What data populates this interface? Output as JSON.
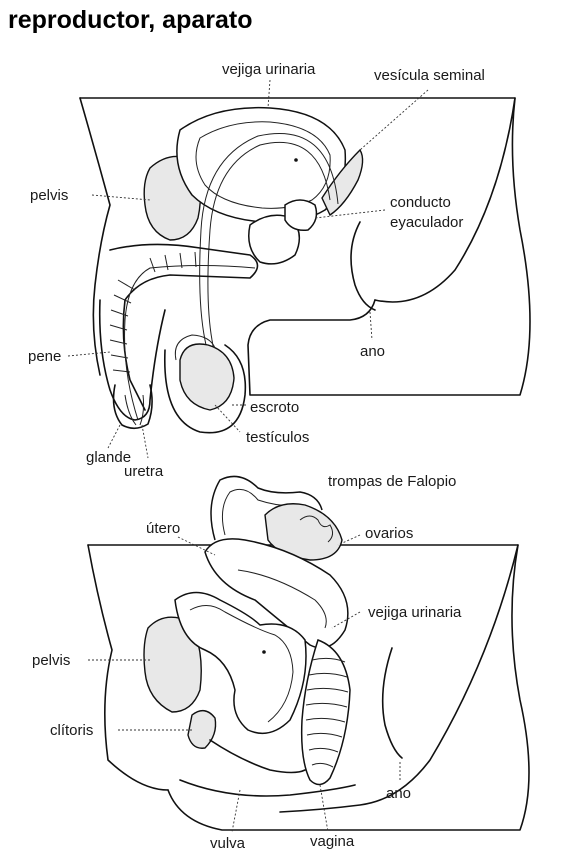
{
  "title": "reproductor, aparato",
  "male": {
    "labels": {
      "bladder": "vejiga urinaria",
      "seminal": "vesícula seminal",
      "pelvis": "pelvis",
      "ejac1": "conducto",
      "ejac2": "eyaculador",
      "penis": "pene",
      "anus": "ano",
      "scrotum": "escroto",
      "testes": "testículos",
      "glans": "glande",
      "urethra": "uretra"
    }
  },
  "female": {
    "labels": {
      "tubes": "trompas de Falopio",
      "uterus": "útero",
      "ovaries": "ovarios",
      "bladder": "vejiga urinaria",
      "pelvis": "pelvis",
      "clitoris": "clítoris",
      "anus": "ano",
      "vulva": "vulva",
      "vagina": "vagina"
    }
  }
}
